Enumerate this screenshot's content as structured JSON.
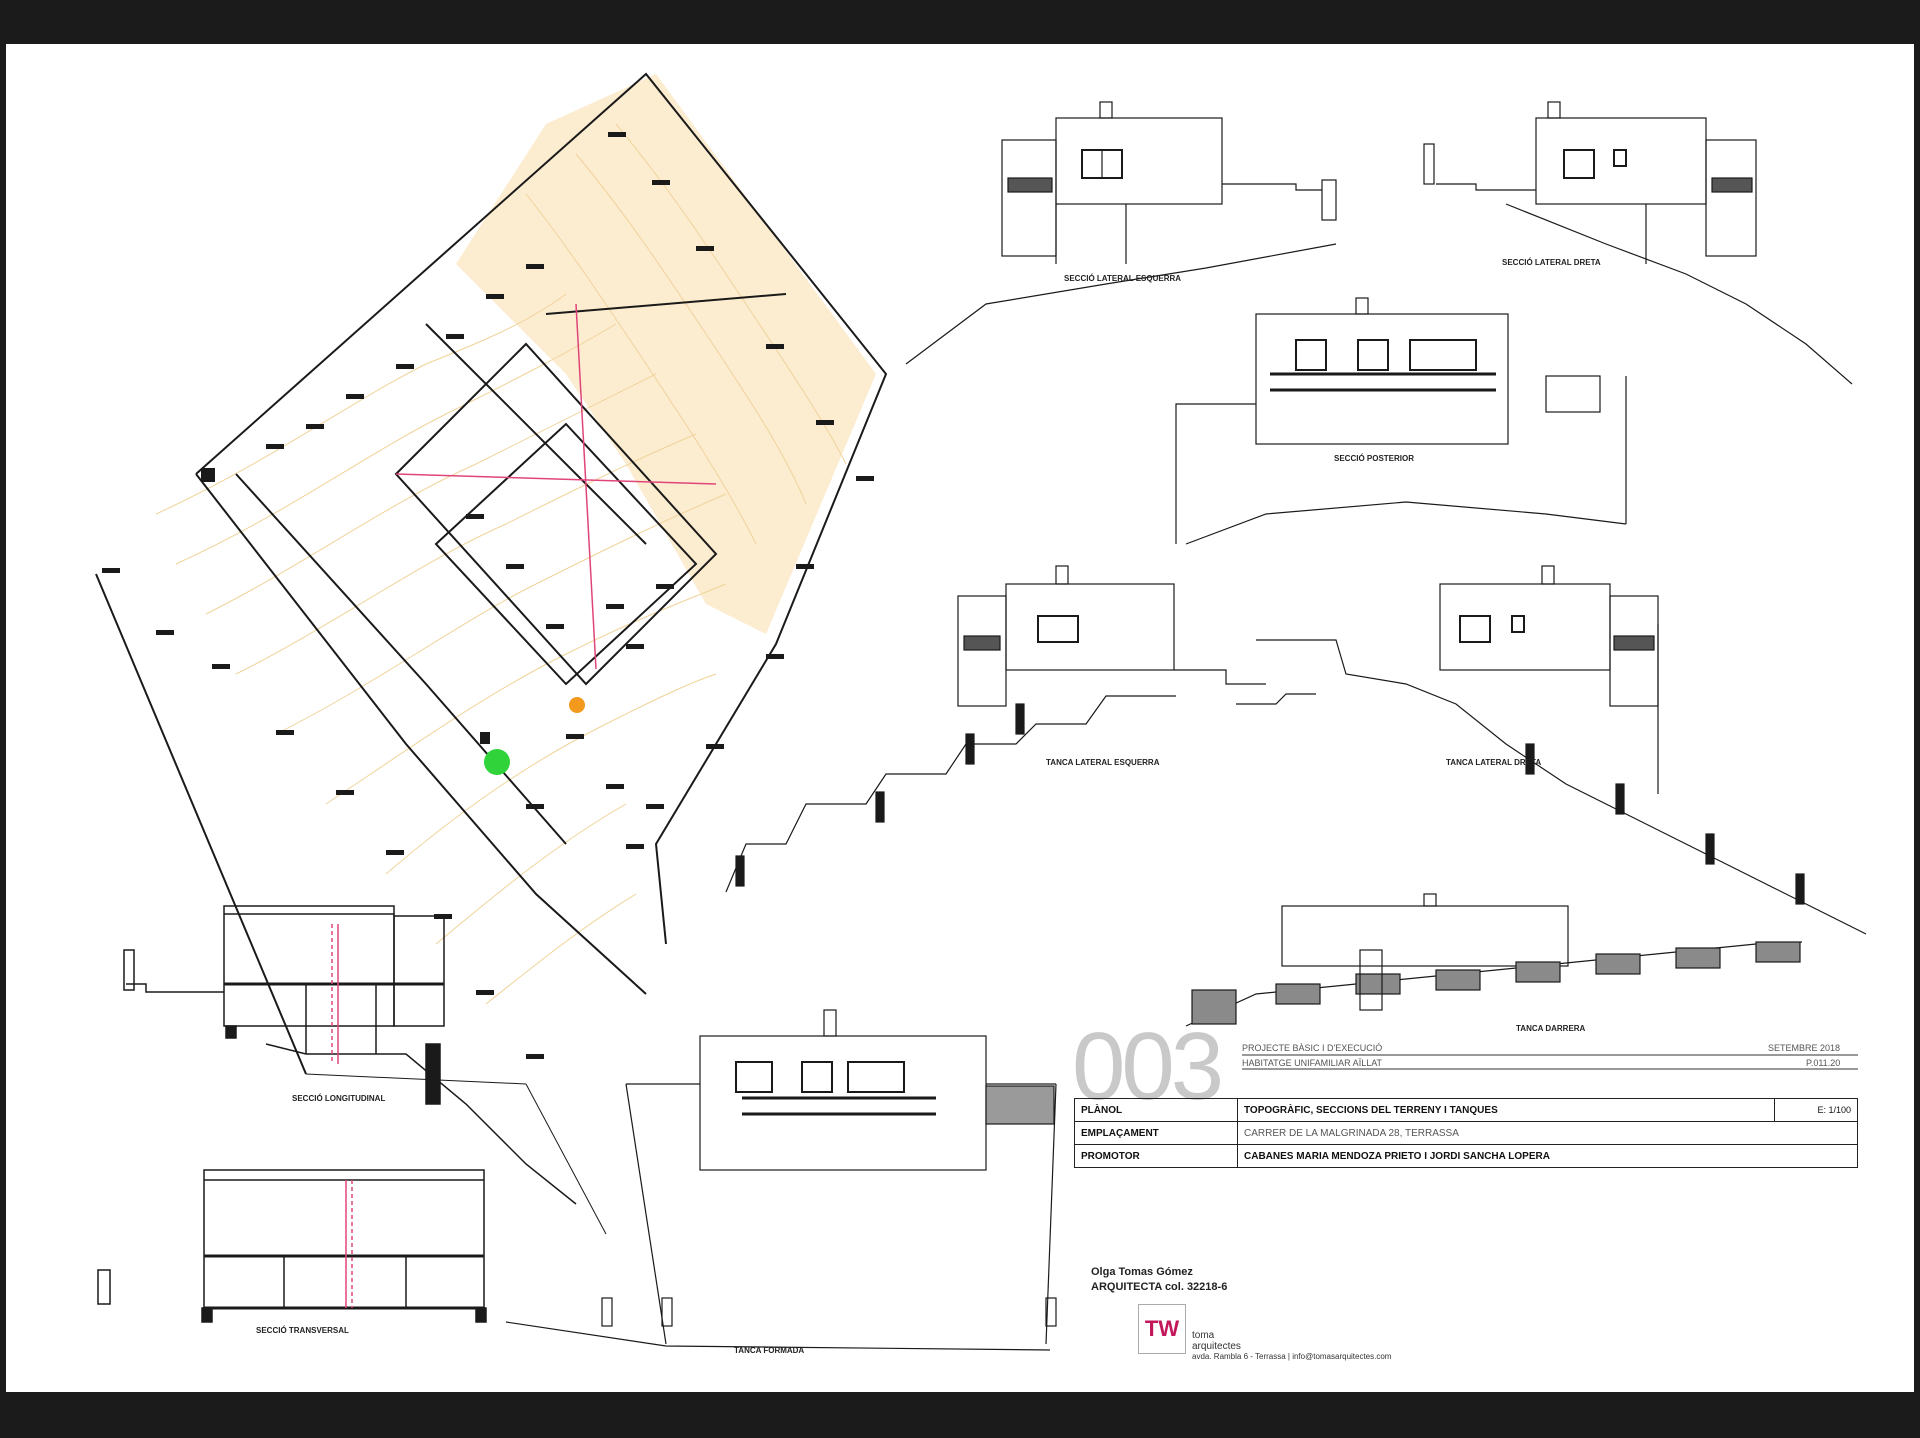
{
  "sheet": {
    "number": "003",
    "header": {
      "project_line": "PROJECTE BÀSIC I D'EXECUCIÓ",
      "subject_line": "HABITATGE UNIFAMILIAR AÏLLAT",
      "date": "SETEMBRE 2018",
      "ref": "P.011.20"
    },
    "title_block": {
      "rows": [
        {
          "key": "PLÀNOL",
          "value": "TOPOGRÀFIC, SECCIONS DEL TERRENY I TANQUES",
          "scale": "E: 1/100"
        },
        {
          "key": "EMPLAÇAMENT",
          "value": "CARRER DE LA MALGRINADA 28, TERRASSA",
          "scale": ""
        },
        {
          "key": "PROMOTOR",
          "value": "CABANES MARIA MENDOZA PRIETO I JORDI SANCHA LOPERA",
          "scale": ""
        }
      ]
    },
    "architect": {
      "name": "Olga Tomas Gómez",
      "registration": "ARQUITECTA col. 32218-6"
    },
    "studio": {
      "logo_text": "TW",
      "name_line1": "toma",
      "name_line2": "arquitectes",
      "address": "avda. Rambla 6 - Terrassa   | info@tomasarquitectes.com"
    },
    "drawing_labels": {
      "section_left": "SECCIÓ LATERAL ESQUERRA",
      "section_right": "SECCIÓ LATERAL DRETA",
      "section_front": "SECCIÓ POSTERIOR",
      "fence_left": "TANCA LATERAL ESQUERRA",
      "fence_right": "TANCA LATERAL DRETA",
      "fence_rear": "TANCA DARRERA",
      "fence_front": "TANCA FORMADA",
      "section_long": "SECCIÓ LONGITUDINAL",
      "section_cross": "SECCIÓ TRANSVERSAL"
    },
    "colors": {
      "contour": "#f2d7a4",
      "fill": "#fbe9c8",
      "axis": "#e0457a",
      "marker_orange": "#f39a1e",
      "marker_green": "#31d33a",
      "line": "#1a1a1a"
    }
  }
}
